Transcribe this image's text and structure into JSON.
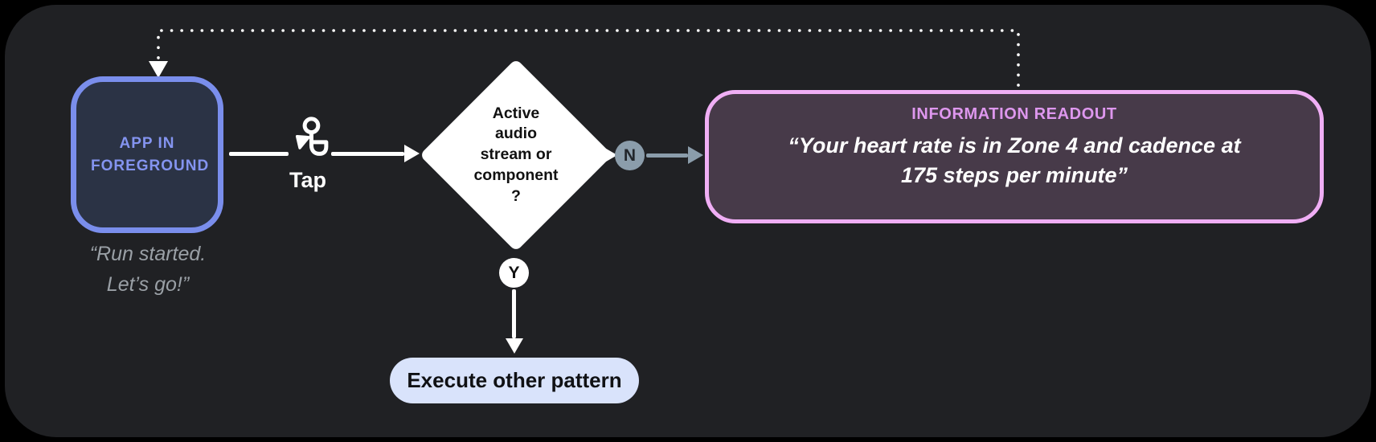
{
  "colors": {
    "page-bg": "#000000",
    "panel-bg": "#202124",
    "white": "#ffffff",
    "blue-border": "#7a8eec",
    "blue-fill": "#2b3345",
    "blue-text": "#8494f0",
    "gray-text": "#9aa0a6",
    "badge-gray": "#8b9dab",
    "badge-gray-text": "#22262b",
    "pink-border": "#f0aef5",
    "pink-fill": "#473a49",
    "pink-text": "#de97ee",
    "pill-bg": "#d9e3fb",
    "pill-text": "#101114",
    "diamond-bg": "#ffffff",
    "diamond-text": "#111111"
  },
  "flow": {
    "app_state": {
      "label": "APP IN FOREGROUND",
      "caption": "“Run started.\nLet’s go!”"
    },
    "tap_edge": {
      "label": "Tap"
    },
    "decision": {
      "label": "Active\naudio\nstream or\ncomponent\n?"
    },
    "no_edge": {
      "label": "N"
    },
    "yes_edge": {
      "label": "Y"
    },
    "readout": {
      "title": "INFORMATION READOUT",
      "quote": "“Your heart rate is in Zone 4 and cadence at\n175 steps per minute”"
    },
    "action": {
      "label": "Execute other pattern"
    }
  }
}
